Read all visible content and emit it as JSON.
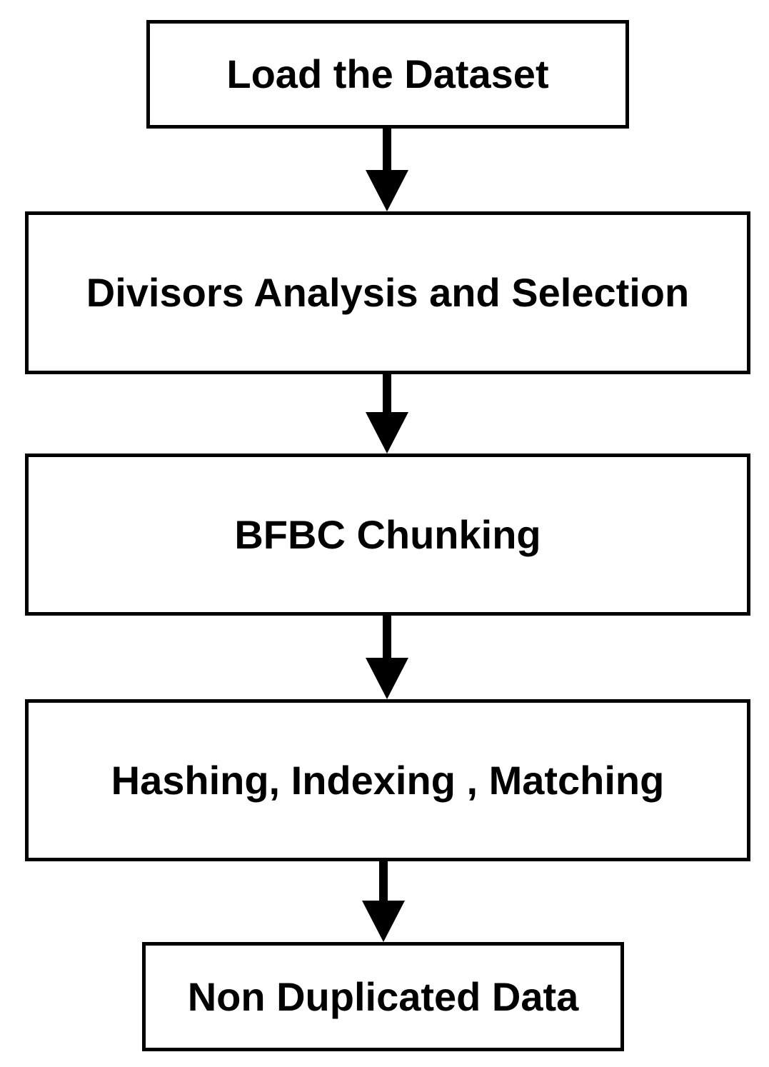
{
  "flowchart": {
    "steps": [
      {
        "label": "Load the Dataset"
      },
      {
        "label": "Divisors Analysis and Selection"
      },
      {
        "label": "BFBC Chunking"
      },
      {
        "label": "Hashing, Indexing , Matching"
      },
      {
        "label": "Non Duplicated Data"
      }
    ],
    "colors": {
      "stroke": "#000000",
      "fill": "#ffffff",
      "text": "#000000"
    }
  }
}
